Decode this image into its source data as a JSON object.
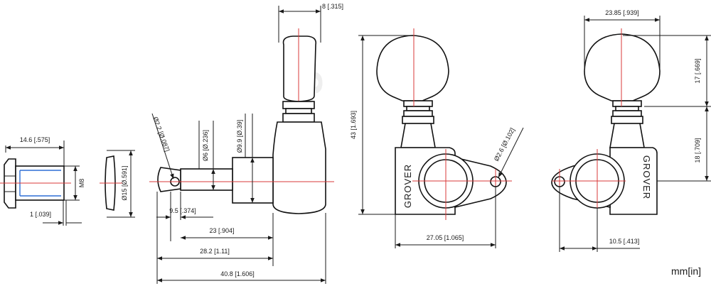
{
  "units_label": "mm[in]",
  "watermark": "stage",
  "brand_text": "GROVER",
  "dimensions": {
    "nut_length": "14.6 [.575]",
    "nut_thread": "M8",
    "washer_thickness": "1 [.039]",
    "washer_diameter": "Ø15 [Ø.591]",
    "pin_hole": "Ø2.2 [Ø.087]",
    "shaft_diameter": "Ø6 [Ø.236]",
    "bushing_diameter": "Ø9.9 [Ø.39]",
    "button_thickness": "8 [.315]",
    "shaft_tip": "9.5 [.374]",
    "shaft_23": "23 [.904]",
    "shaft_28": "28.2 [1.11]",
    "overall_length": "40.8 [1.606]",
    "overall_height": "43 [1.693]",
    "mount_hole": "Ø2.6 [Ø.102]",
    "housing_width": "27.05 [1.065]",
    "button_width": "23.85 [.939]",
    "button_height": "17 [.669]",
    "post_height": "18 [.709]",
    "hole_offset": "10.5 [.413]"
  }
}
